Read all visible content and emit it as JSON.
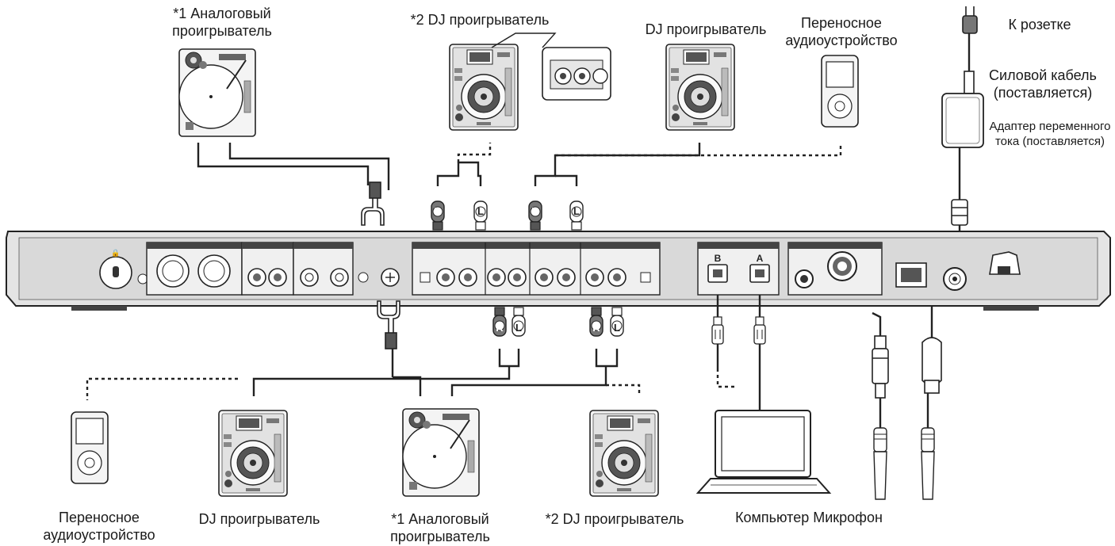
{
  "labels": {
    "top_turntable": [
      "*1 Аналоговый",
      "проигрыватель"
    ],
    "top_dj2": "*2 DJ проигрыватель",
    "top_dj": "DJ проигрыватель",
    "top_portable": [
      "Переносное",
      "аудиоустройство"
    ],
    "outlet": "К розетке",
    "power_cable": [
      "Силовой кабель",
      "(поставляется)"
    ],
    "ac_adapter": [
      "Адаптер переменного",
      "тока (поставляется)"
    ],
    "bottom_portable": [
      "Переносное",
      "аудиоустройство"
    ],
    "bottom_dj": "DJ проигрыватель",
    "bottom_turntable": [
      "*1 Аналоговый",
      "проигрыватель"
    ],
    "bottom_dj2": "*2 DJ проигрыватель",
    "computer_mic": "Компьютер Микрофон"
  },
  "plugs": {
    "right": "R",
    "left": "L"
  },
  "usb_ports": {
    "b": "B",
    "a": "A"
  },
  "icons": [
    "turntable-icon",
    "dj-player-icon",
    "portable-audio-icon",
    "laptop-icon",
    "microphone-icon",
    "power-plug-icon",
    "ac-adapter-icon",
    "rca-plug-icon",
    "usb-plug-icon"
  ]
}
